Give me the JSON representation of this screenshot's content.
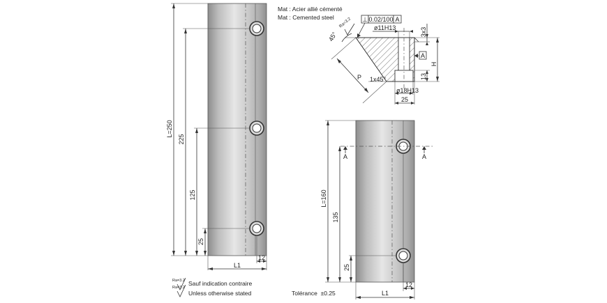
{
  "material": {
    "fr": "Mat : Acier allié cémenté",
    "en": "Mat : Cemented steel"
  },
  "left_view": {
    "length_label": "L=250",
    "dims": [
      "225",
      "125",
      "25"
    ],
    "width_label": "L1",
    "offset_label": "12"
  },
  "section_view": {
    "angle_label": "45°",
    "p_label": "P",
    "chamfer_label": "1x45°",
    "tolerance_frame": [
      "⊥",
      "0.02/100",
      "A"
    ],
    "bore_small": "ø11H13",
    "bore_large": "ø18H13",
    "width_25": "25",
    "right_top": "3x3",
    "right_13": "13",
    "datum_a": "A",
    "h_label": "H",
    "ra_label": "Ra=3.2"
  },
  "right_view": {
    "length_label": "L=160",
    "dims": [
      "135",
      "25"
    ],
    "width_label": "L1",
    "offset_label": "12",
    "section_marks": [
      "A",
      "A"
    ]
  },
  "notes": {
    "roughness_symbol": "Ra=3.2",
    "fr": "Sauf indication contraire",
    "en": "Unless otherwise stated",
    "tolerance": "Tolérance  ±0.25"
  }
}
